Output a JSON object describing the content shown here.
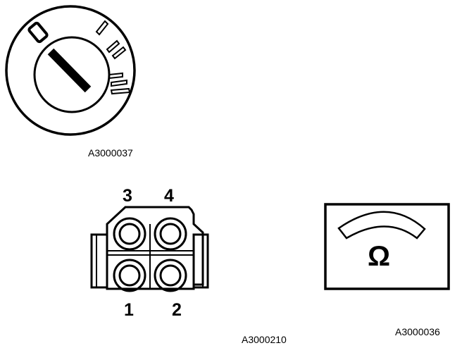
{
  "figures": {
    "ignition_switch": {
      "id": "A3000037",
      "position_marks": [
        "0",
        "I",
        "II",
        "III"
      ],
      "icon": "ignition-key-switch"
    },
    "connector": {
      "id": "A3000210",
      "pins": [
        "3",
        "4",
        "1",
        "2"
      ],
      "icon": "four-pin-connector"
    },
    "ohmmeter": {
      "id": "A3000036",
      "unit_symbol": "Ω",
      "icon": "ohmmeter"
    }
  },
  "colors": {
    "line": "#000000",
    "background": "#ffffff"
  }
}
